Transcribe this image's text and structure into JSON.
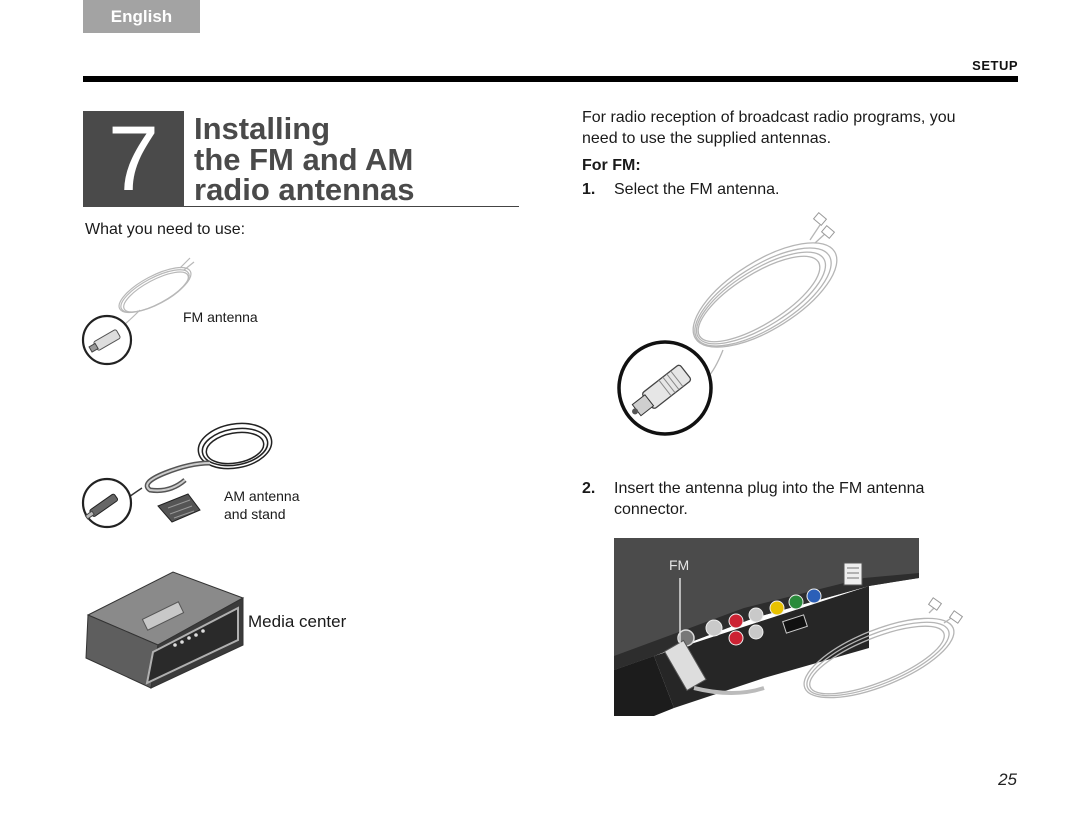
{
  "header": {
    "language_tab": "English",
    "section": "SETUP"
  },
  "chapter": {
    "number": "7",
    "title": "Installing\nthe FM and AM\nradio antennas"
  },
  "left": {
    "intro": "What you need to use:",
    "items": [
      {
        "caption": "FM antenna"
      },
      {
        "caption": "AM antenna\nand stand"
      },
      {
        "caption": "Media center"
      }
    ]
  },
  "right": {
    "intro": "For radio reception of broadcast radio programs, you need to use the supplied antennas.",
    "subhead": "For FM:",
    "steps": [
      {
        "num": "1.",
        "text": "Select the FM antenna."
      },
      {
        "num": "2.",
        "text": "Insert the antenna plug into the FM antenna connector."
      }
    ],
    "connector_label": "FM"
  },
  "footer": {
    "page_number": "25"
  }
}
